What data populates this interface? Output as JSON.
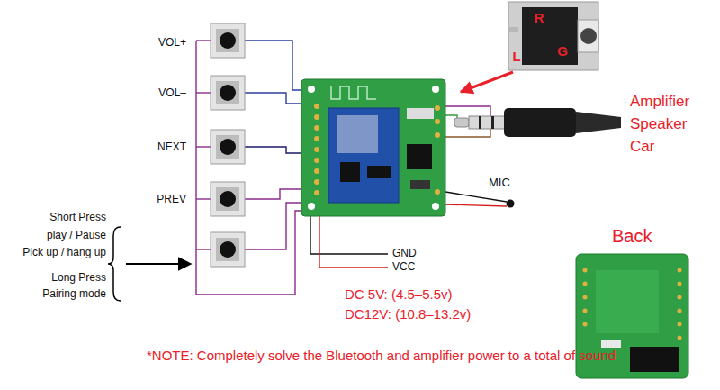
{
  "diagram": {
    "labels": [
      "VOL+",
      "VOL–",
      "NEXT",
      "PREV",
      "Short Press",
      "play / Pause",
      "Pick up / hang up",
      "Long Press",
      "Pairing mode",
      "R",
      "G",
      "L",
      "Amplifier",
      "Speaker",
      "Car",
      "MIC",
      "GND",
      "VCC",
      "DC 5V: (4.5–5.5v)",
      "DC12V: (10.8–13.2v)",
      "Back",
      "*NOTE: Completely solve the Bluetooth and amplifier power to a total of sound"
    ]
  }
}
